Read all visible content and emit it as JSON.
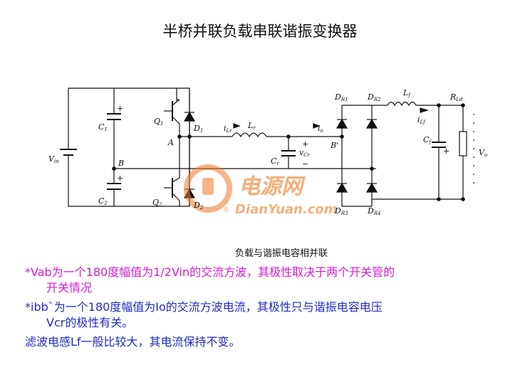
{
  "title": "半桥并联负载串联谐振变换器",
  "caption": "负载与谐振电容相并联",
  "labels": {
    "vin": "V",
    "vin_sub": "in",
    "c1": "C",
    "c1_sub": "1",
    "c2": "C",
    "c2_sub": "2",
    "b": "B",
    "a": "A",
    "q1": "Q",
    "q1_sub": "1",
    "q2": "Q",
    "q2_sub": "2",
    "d1": "D",
    "d1_sub": "1",
    "d2": "D",
    "d2_sub": "2",
    "ilr": "i",
    "ilr_sub": "Lr",
    "lr": "L",
    "lr_sub": "r",
    "cr": "C",
    "cr_sub": "r",
    "vcr": "v",
    "vcr_sub": "Cr",
    "io": "i",
    "io_sub": "o",
    "bprime": "B'",
    "dr1": "D",
    "dr1_sub": "R1",
    "dr2": "D",
    "dr2_sub": "R2",
    "dr3": "D",
    "dr3_sub": "R3",
    "dr4": "D",
    "dr4_sub": "R4",
    "lf": "L",
    "lf_sub": "f",
    "ilf": "i",
    "ilf_sub": "Lf",
    "cf": "C",
    "cf_sub": "f",
    "rld": "R",
    "rld_sub": "Ld",
    "vo": "V",
    "vo_sub": "o",
    "plus": "+",
    "minus": "−"
  },
  "watermark": {
    "cn": "电源网",
    "en": "DianYuan.com",
    "mark": "®"
  },
  "bullets": [
    {
      "line1": "*Vab为一个180度幅值为1/2Vin的交流方波，其极性取决于两个开关管的",
      "line2": "开关情况"
    },
    {
      "line1": "*ibb`为一个180度幅值为Io的交流方波电流，其极性只与谐振电容电压",
      "line2": "Vcr的极性有关。"
    },
    {
      "line1": "滤波电感Lf一般比较大，其电流保持不变。",
      "line2": ""
    }
  ],
  "colors": {
    "bullet1": "#d41bd4",
    "bullet2": "#1f2cc2",
    "watermark": "#f07a28"
  }
}
